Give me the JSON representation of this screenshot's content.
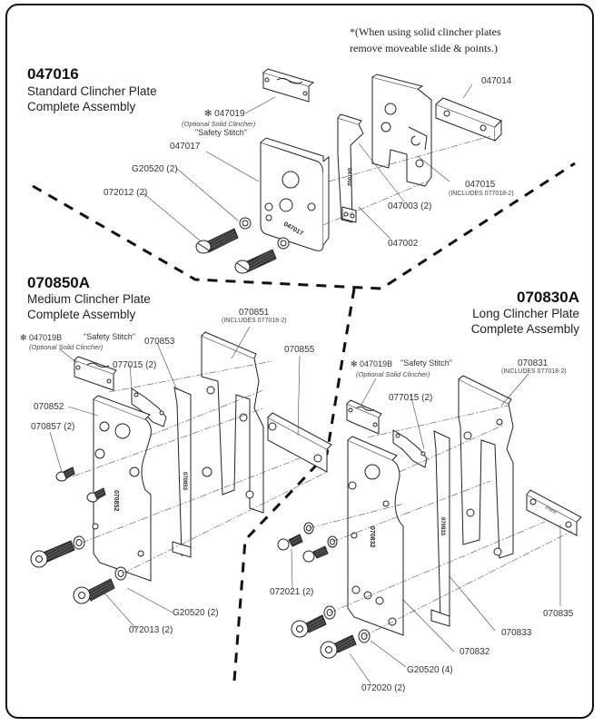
{
  "note": {
    "line1": "*(When using solid clincher plates",
    "line2": "remove moveable slide & points.)"
  },
  "assemblies": {
    "standard": {
      "part_number": "047016",
      "name_line1": "Standard Clincher Plate",
      "name_line2": "Complete Assembly",
      "labels": {
        "safety_stitch_part": "✻ 047019",
        "safety_stitch_optional": "(Optional Solid Clincher)",
        "safety_stitch_name": "\"Safety Stitch\"",
        "plate": "047017",
        "washer": "G20520 (2)",
        "screw": "072012 (2)",
        "block": "047014",
        "body": "047015",
        "body_includes": "(INCLUDES 077018-2)",
        "point": "047003 (2)",
        "slide": "047002"
      }
    },
    "medium": {
      "part_number": "070850A",
      "name_line1": "Medium Clincher Plate",
      "name_line2": "Complete Assembly",
      "labels": {
        "safety_stitch_part": "✻ 047019B",
        "safety_stitch_name": "\"Safety Stitch\"",
        "safety_stitch_optional": "(Optional Solid Clincher)",
        "slide": "070853",
        "body": "070851",
        "body_includes": "(INCLUDES 077018-2)",
        "block": "070855",
        "point": "077015 (2)",
        "plate": "070852",
        "flat_screw": "070857 (2)",
        "washer": "G20520 (2)",
        "screw": "072013 (2)"
      }
    },
    "long": {
      "part_number": "070830A",
      "name_line1": "Long Clincher Plate",
      "name_line2": "Complete Assembly",
      "labels": {
        "safety_stitch_part": "✻ 047019B",
        "safety_stitch_name": "\"Safety Stitch\"",
        "safety_stitch_optional": "(Optional Solid Clincher)",
        "body": "070831",
        "body_includes": "(INCLUDES 077018-2)",
        "point": "077015 (2)",
        "short_screw": "072021 (2)",
        "plate": "070832",
        "slide": "070833",
        "block": "070835",
        "washer": "G20520 (4)",
        "screw": "072020 (2)"
      }
    }
  },
  "part_markings": {
    "standard_plate": "047017",
    "standard_slide": "047002",
    "medium_plate": "070852",
    "medium_slide": "070853",
    "long_plate": "070832",
    "long_slide": "070833",
    "long_block": "070835"
  }
}
